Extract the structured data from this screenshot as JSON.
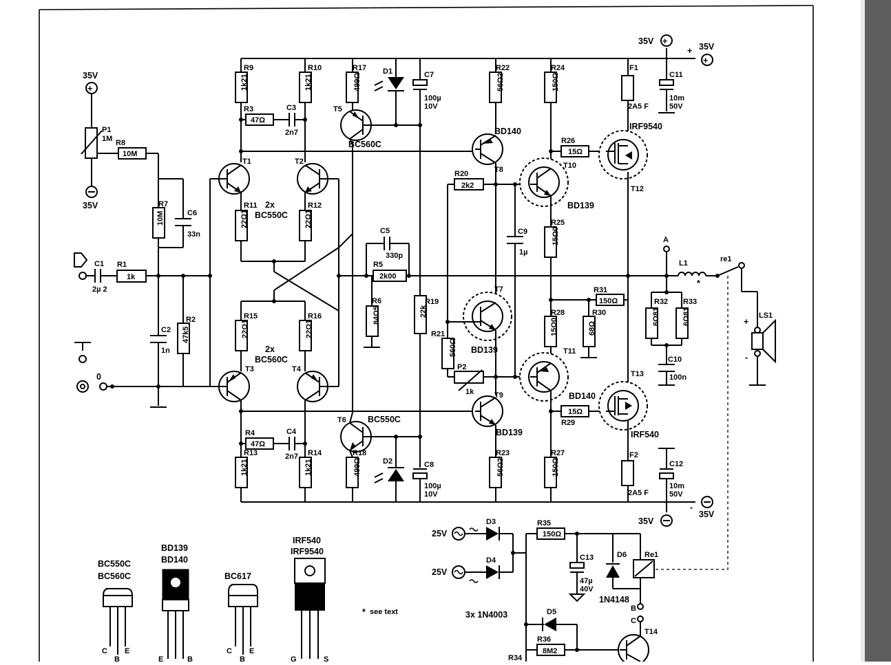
{
  "labels": {
    "supply_pos_main": "35V",
    "supply_pos_out": "35V",
    "supply_neg_main": "35V",
    "supply_neg_out": "35V",
    "pot_top_35v": "35V",
    "pot_bot_35v": "35V",
    "P1": "P1",
    "P1v": "1M",
    "R8": "R8",
    "R8v": "10M",
    "R7": "R7",
    "R7v": "10M",
    "C6": "C6",
    "C6v": "33n",
    "C1": "C1",
    "C1v": "2µ 2",
    "R1": "R1",
    "R1v": "1k",
    "C2": "C2",
    "C2v": "1n",
    "R2": "R2",
    "R2v": "47k5",
    "gnd0": "0",
    "R9": "R9",
    "R9v": "1k21",
    "R10": "R10",
    "R10v": "1k21",
    "R17": "R17",
    "R17v": "499Ω",
    "D1": "D1",
    "C7": "C7",
    "C7v1": "100µ",
    "C7v2": "10V",
    "R3": "R3",
    "R3v": "47Ω",
    "C3": "C3",
    "C3v": "2n7",
    "T5": "T5",
    "T5type": "BC560C",
    "T1": "T1",
    "T2": "T2",
    "pair_top_count": "2x",
    "pair_top_type": "BC550C",
    "R11": "R11",
    "R11v": "22Ω1",
    "R12": "R12",
    "R12v": "22Ω1",
    "C5": "C5",
    "C5v": "330p",
    "R5": "R5",
    "R5v": "2k00",
    "R6": "R6",
    "R6v": "84Ω5",
    "R19": "R19",
    "R19v": "22k",
    "R15": "R15",
    "R15v": "22Ω1",
    "R16": "R16",
    "R16v": "22Ω1",
    "pair_bot_count": "2x",
    "pair_bot_type": "BC560C",
    "T3": "T3",
    "T4": "T4",
    "R4": "R4",
    "R4v": "47Ω",
    "C4": "C4",
    "C4v": "2n7",
    "T6": "T6",
    "T6type": "BC550C",
    "R13": "R13",
    "R13v": "1k21",
    "R14": "R14",
    "R14v": "1k21",
    "R18": "R18",
    "R18v": "499Ω",
    "D2": "D2",
    "C8": "C8",
    "C8v1": "100µ",
    "C8v2": "10V",
    "R22": "R22",
    "R22v": "56Ω2",
    "T8type": "BD140",
    "T8": "T8",
    "R20": "R20",
    "R20v": "2k2",
    "R21": "R21",
    "R21v": "560Ω",
    "T7": "T7",
    "T7type": "BD139",
    "P2": "P2",
    "P2v": "1k",
    "T9": "T9",
    "T9type": "BD139",
    "R23": "R23",
    "R23v": "56Ω2",
    "C9": "C9",
    "C9v": "1µ",
    "R24": "R24",
    "R24v": "150Ω",
    "R26": "R26",
    "R26v": "15Ω",
    "T10": "T10",
    "T10type": "BD139",
    "R25": "R25",
    "R25v": "15Ω0",
    "R28": "R28",
    "R28v": "15Ω0",
    "T11": "T11",
    "T11type": "BD140",
    "R29": "R29",
    "R29v": "15Ω",
    "R27": "R27",
    "R27v": "150Ω",
    "R31": "R31",
    "R31v": "150Ω",
    "R30": "R30",
    "R30v": "68Ω",
    "F1": "F1",
    "F1v": "2A5 F",
    "F2": "F2",
    "F2v": "2A5 F",
    "T12type": "IRF9540",
    "T12": "T12",
    "T13": "T13",
    "T13type": "IRF540",
    "C11": "C11",
    "C11v1": "10m",
    "C11v2": "50V",
    "C12": "C12",
    "C12v1": "10m",
    "C12v2": "50V",
    "nodeA": "A",
    "L1": "L1",
    "star": "*",
    "re1": "re1",
    "R32": "R32",
    "R32v": "6Ω81",
    "R33": "R33",
    "R33v": "6Ω81",
    "C10": "C10",
    "C10v": "100n",
    "LS1": "LS1",
    "plus": "+",
    "minus": "-",
    "ac1": "25V",
    "ac2": "25V",
    "D3": "D3",
    "D4": "D4",
    "R35": "R35",
    "R35v": "150Ω",
    "C13": "C13",
    "C13v1": "47µ",
    "C13v2": "40V",
    "D6": "D6",
    "D6type": "1N4148",
    "Re1": "Re1",
    "diodes": "3x  1N4003",
    "D5": "D5",
    "R36": "R36",
    "R36v": "8M2",
    "R34": "R34",
    "T14": "T14",
    "nodeB": "B",
    "nodeC": "C",
    "pkg1a": "BC550C",
    "pkg1b": "BC560C",
    "pkg2a": "BD139",
    "pkg2b": "BD140",
    "pkg3": "BC617",
    "pkg4a": "IRF540",
    "pkg4b": "IRF9540",
    "seetext": "see text",
    "pin_C1": "C",
    "pin_E1": "E",
    "pin_B1": "B",
    "pin_E2": "E",
    "pin_B2": "B",
    "pin_C3": "C",
    "pin_E3": "E",
    "pin_B3": "B",
    "pin_G4": "G",
    "pin_S4": "S"
  }
}
